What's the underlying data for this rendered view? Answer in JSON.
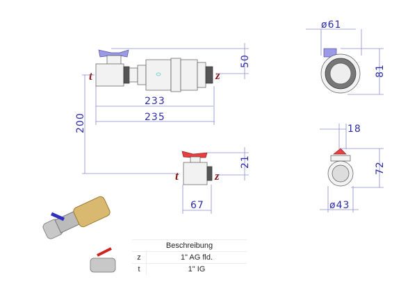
{
  "connections": {
    "t": "t",
    "z": "z"
  },
  "dimensions": {
    "top_height": "50",
    "length_inner": "233",
    "length_outer": "235",
    "vertical_offset": "200",
    "valve_height": "21",
    "valve_length": "67",
    "top_view_diameter": "ø61",
    "top_view_height": "81",
    "bottom_view_offset": "18",
    "bottom_view_height": "72",
    "bottom_view_diameter": "ø43"
  },
  "table": {
    "header": "Beschreibung",
    "rows": [
      {
        "key": "z",
        "value": "1\" AG fld."
      },
      {
        "key": "t",
        "value": "1\" IG"
      }
    ]
  },
  "colors": {
    "dimension": "#2a2aa8",
    "connection": "#8b1515",
    "handle_top": "#8080d8",
    "handle_bottom": "#e03030"
  }
}
